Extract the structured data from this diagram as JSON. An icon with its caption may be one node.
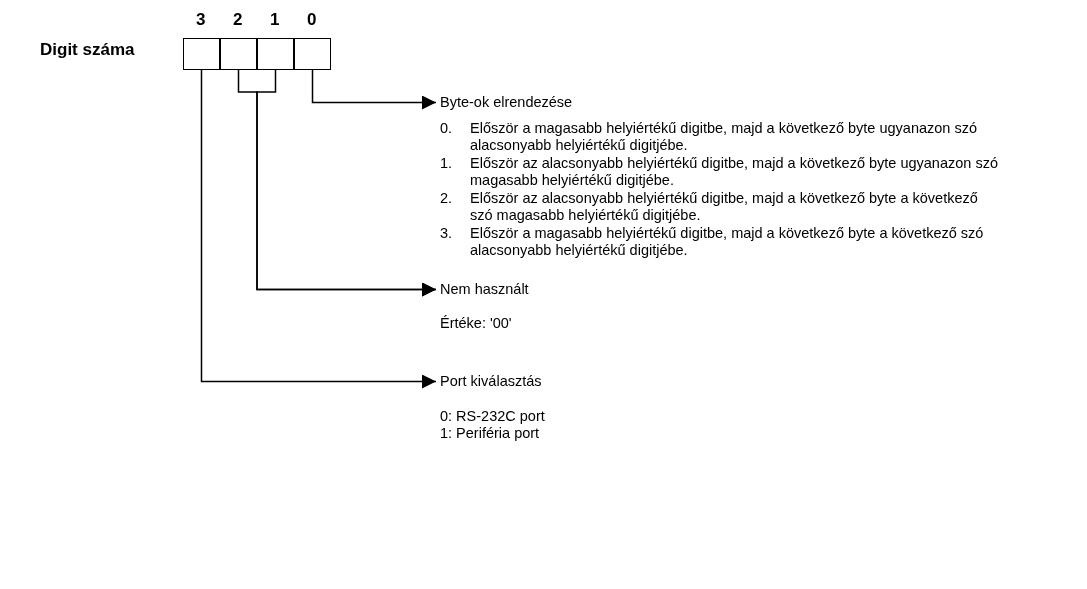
{
  "diagram": {
    "nodes": [
      {
        "text": [],
        "shape": "box"
      },
      {
        "text": [],
        "shape": "box"
      },
      {
        "text": [],
        "shape": "box"
      },
      {
        "text": [],
        "shape": "box"
      },
      {
        "text": [
          "Byte-ok elrendezése"
        ],
        "beside": [
          "0. Először a magasabb helyiértékű digitbe, majd a következő byte ugyanazon szó alacsonyabb helyiértékű digitjébe.",
          "1. Először az alacsonyabb helyiértékű digitbe, majd a következő byte ugyanazon szó magasabb helyiértékű digitjébe.",
          "2. Először az alacsonyabb helyiértékű digitbe, majd a következő byte a következő szó magasabb helyiértékű digitjébe.",
          "3. Először a magasabb helyiértékű digitbe, majd a következő byte a következő szó alacsonyabb helyiértékű digitjébe."
        ]
      },
      {
        "text": [
          "Nem használt"
        ],
        "beside": [
          "Értéke: '00'"
        ]
      },
      {
        "text": [
          "Port kiválasztás"
        ],
        "beside": [
          "0: RS-232C port",
          "1: Periféria port"
        ]
      }
    ],
    "edges": [
      {
        "from": 3,
        "to": 4,
        "arrow": "to"
      },
      {
        "from": 1,
        "to": 5,
        "arrow": "to"
      },
      {
        "from": 2,
        "to": 5,
        "arrow": "to"
      },
      {
        "from": 0,
        "to": 6,
        "arrow": "to"
      }
    ],
    "labels": [
      "3",
      "2",
      "1",
      "0",
      "Digit száma"
    ]
  }
}
